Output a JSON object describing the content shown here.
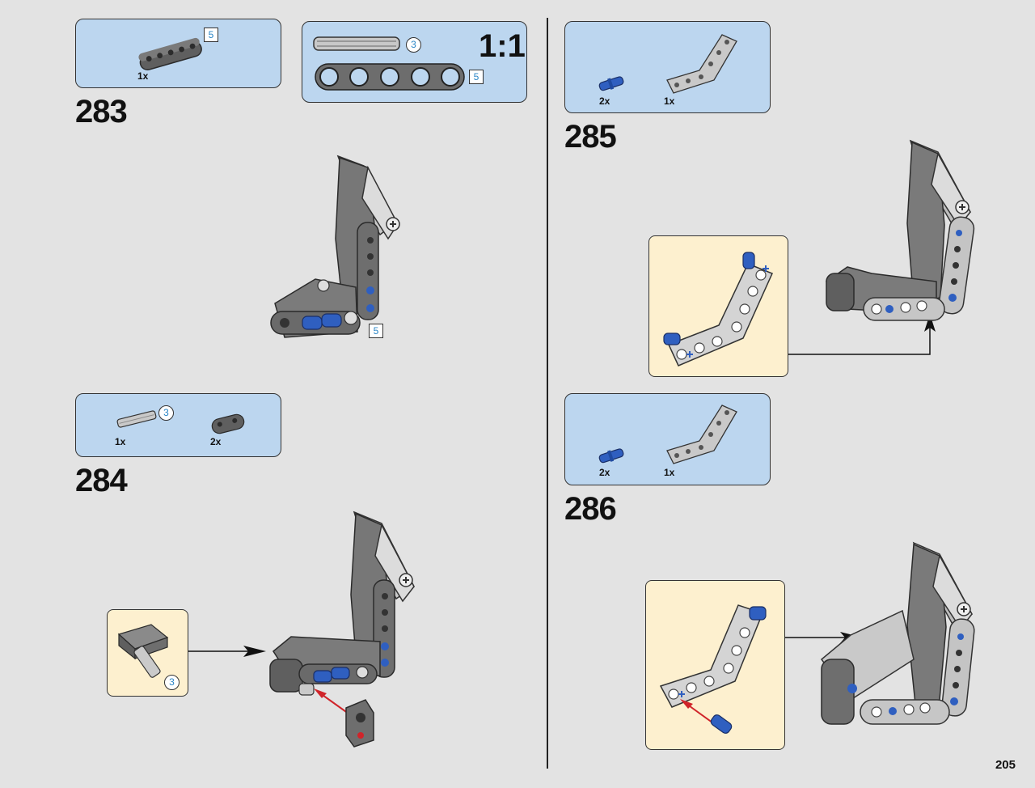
{
  "page_number": "205",
  "colors": {
    "part_box": "#bcd6ef",
    "callout_box": "#fdf0cf",
    "dark_bluish_gray": "#6e6e6e",
    "light_bluish_gray": "#b9b9b9",
    "blue_pin": "#2f5fc0",
    "arrow_red": "#d0242a",
    "id_text": "#2a86c7"
  },
  "scale_box": {
    "scale_label": "1:1",
    "axle_length": "3",
    "beam_length": "5"
  },
  "steps": [
    {
      "number": "283",
      "parts": [
        {
          "name": "liftarm-5",
          "qty": "1x",
          "id": "5"
        }
      ],
      "model_id": "5"
    },
    {
      "number": "284",
      "parts": [
        {
          "name": "axle-3",
          "qty": "1x",
          "id": "3"
        },
        {
          "name": "liftarm-2",
          "qty": "2x"
        }
      ],
      "callout_id": "3"
    },
    {
      "number": "285",
      "parts": [
        {
          "name": "blue-pin",
          "qty": "2x"
        },
        {
          "name": "bent-liftarm",
          "qty": "1x"
        }
      ]
    },
    {
      "number": "286",
      "parts": [
        {
          "name": "blue-pin",
          "qty": "2x"
        },
        {
          "name": "bent-liftarm",
          "qty": "1x"
        }
      ]
    }
  ]
}
